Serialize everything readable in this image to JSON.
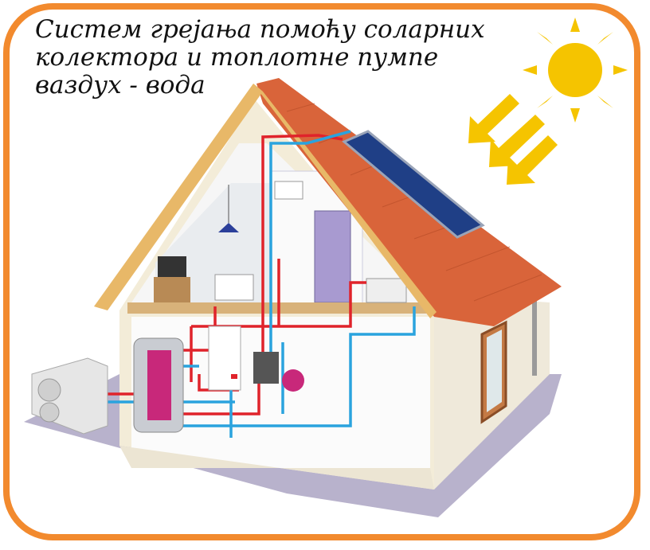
{
  "title": {
    "line1": "Систем грејања помоћу соларних",
    "line2": "колектора и топлотне пумпе",
    "line3": "ваздух - вода"
  },
  "colors": {
    "frame": "#f28a2e",
    "sun": "#f5c400",
    "roof": "#d9643a",
    "hot_pipe": "#e0232b",
    "cold_pipe": "#2aa3de",
    "ground": "#b8b2cc"
  },
  "icons": [
    "sun-icon",
    "sunlight-arrows-icon",
    "solar-collector",
    "heat-pump-outdoor-unit",
    "water-tank",
    "boiler"
  ]
}
